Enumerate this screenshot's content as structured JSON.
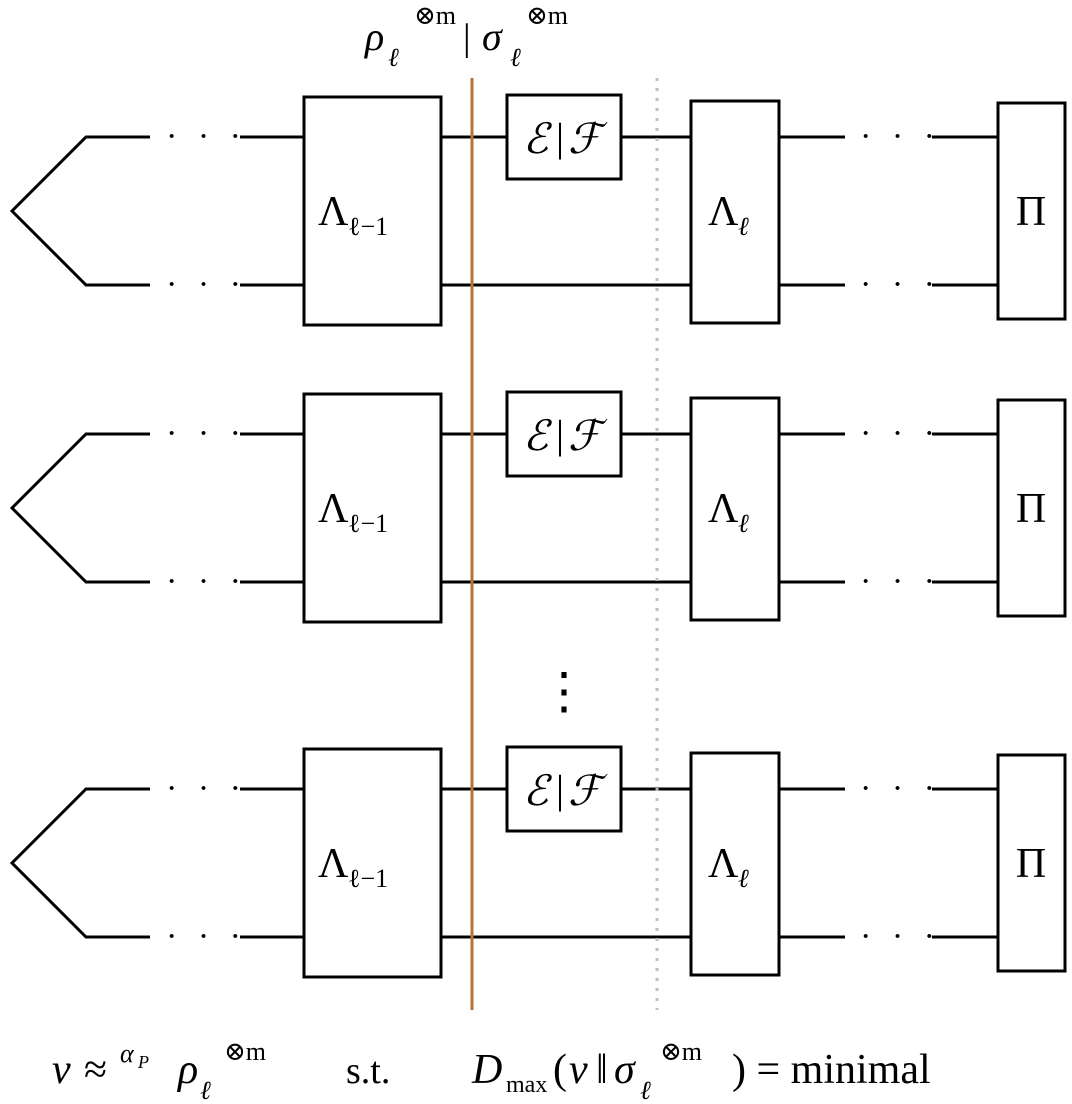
{
  "diagram": {
    "top_label": {
      "rho": "ρ",
      "sigma": "σ",
      "sub": "ℓ",
      "sup": "⊗m",
      "sep": "|"
    },
    "rows": [
      {
        "left_box": "Λ",
        "left_box_sub": "ℓ−1",
        "channel": {
          "e": "ℰ",
          "bar": "|",
          "f": "ℱ"
        },
        "right_box": "Λ",
        "right_box_sub": "ℓ",
        "measure_box": "Π"
      },
      {
        "left_box": "Λ",
        "left_box_sub": "ℓ−1",
        "channel": {
          "e": "ℰ",
          "bar": "|",
          "f": "ℱ"
        },
        "right_box": "Λ",
        "right_box_sub": "ℓ",
        "measure_box": "Π"
      },
      {
        "left_box": "Λ",
        "left_box_sub": "ℓ−1",
        "channel": {
          "e": "ℰ",
          "bar": "|",
          "f": "ℱ"
        },
        "right_box": "Λ",
        "right_box_sub": "ℓ",
        "measure_box": "Π"
      }
    ],
    "ellipsis_h": "· · ·",
    "ellipsis_v": "⋮",
    "bottom_formula": {
      "nu": "ν",
      "approx": "≈",
      "approx_sup": "α",
      "approx_sup_sub": "P",
      "rho": "ρ",
      "sub": "ℓ",
      "sup": "⊗m",
      "st": "s.t.",
      "D": "D",
      "D_sub": "max",
      "open": "(",
      "nu2": "ν",
      "norm": "‖",
      "sigma": "σ",
      "close": ") = minimal"
    },
    "colors": {
      "green": "#1a8a1a",
      "purple": "#7b1fd8",
      "blue": "#1a5fe0",
      "orange_line": "#b87333",
      "dotted_line": "#bdbdbd"
    }
  }
}
